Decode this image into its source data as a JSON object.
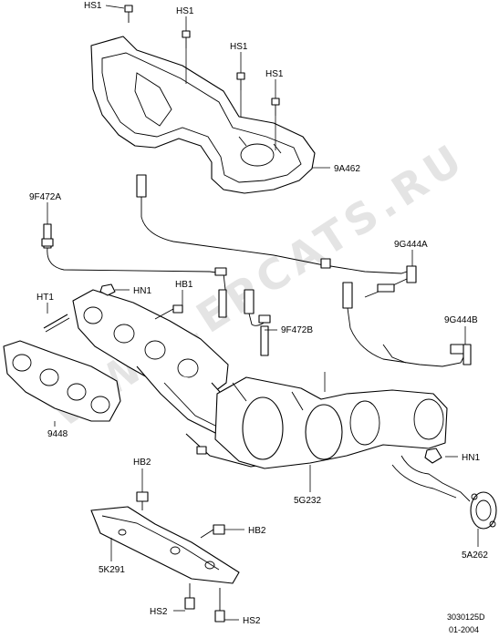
{
  "watermark": "WWW.EPCATS.RU",
  "labels": {
    "hs1_a": "HS1",
    "hs1_b": "HS1",
    "hs1_c": "HS1",
    "hs1_d": "HS1",
    "heat_shield": "9A462",
    "sensor_9f472a": "9F472A",
    "sensor_9g444a": "9G444A",
    "sensor_9g444b": "9G444B",
    "sensor_9f472b": "9F472B",
    "ht1": "HT1",
    "hn1_top": "HN1",
    "hb1": "HB1",
    "gasket": "9448",
    "hn1_right": "HN1",
    "catalytic": "5G232",
    "hb2_top": "HB2",
    "hb2_right": "HB2",
    "bracket": "5K291",
    "flange": "5A262",
    "hs2_left": "HS2",
    "hs2_right": "HS2"
  },
  "footer": {
    "ref_number": "3030125D",
    "date": "01-2004"
  }
}
